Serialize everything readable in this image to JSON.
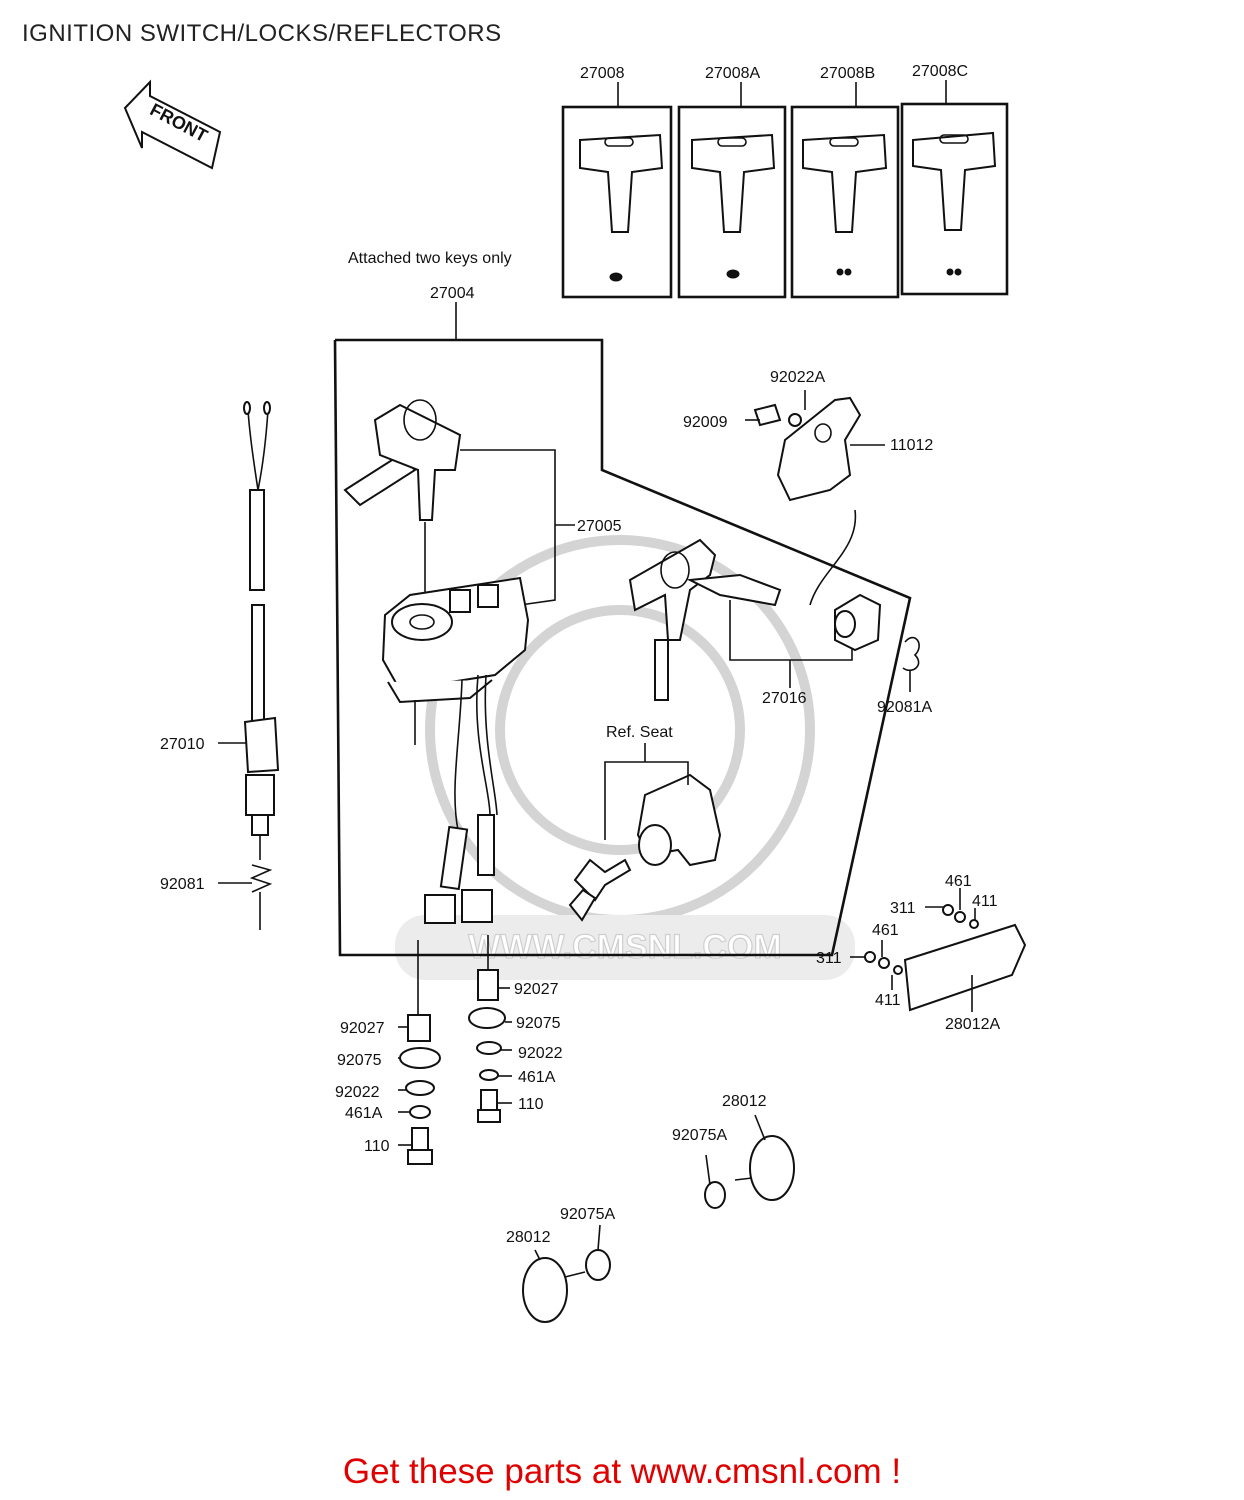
{
  "title": "IGNITION SWITCH/LOCKS/REFLECTORS",
  "arrow_label": "FRONT",
  "note_keys": "Attached two keys only",
  "note_seat": "Ref. Seat",
  "watermark": "WWW.CMSNL.COM",
  "footer": "Get these parts at www.cmsnl.com !",
  "parts": {
    "k27008": "27008",
    "k27008a": "27008A",
    "k27008b": "27008B",
    "k27008c": "27008C",
    "p27004": "27004",
    "p27005": "27005",
    "p27016": "27016",
    "p27010": "27010",
    "p92081": "92081",
    "p92081a": "92081A",
    "p92022a": "92022A",
    "p92009": "92009",
    "p11012": "11012",
    "r92027": "92027",
    "r92075": "92075",
    "r92022": "92022",
    "r461a": "461A",
    "r110": "110",
    "l92027": "92027",
    "l92075": "92075",
    "l92022": "92022",
    "l461a": "461A",
    "l110": "110",
    "p461t": "461",
    "p411t": "411",
    "p311t": "311",
    "p461m": "461",
    "p311m": "311",
    "p411b": "411",
    "p28012a": "28012A",
    "p28012t": "28012",
    "p92075at": "92075A",
    "p92075ab": "92075A",
    "p28012b": "28012"
  },
  "colors": {
    "footer": "#e00000",
    "ink": "#111111",
    "watermark": "#d4d4d4"
  }
}
